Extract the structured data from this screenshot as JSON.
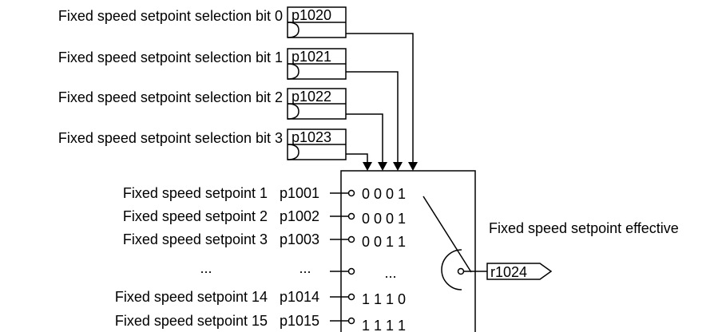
{
  "selection_inputs": [
    {
      "label": "Fixed speed setpoint selection bit 0",
      "param": "p1020"
    },
    {
      "label": "Fixed speed setpoint selection bit 1",
      "param": "p1021"
    },
    {
      "label": "Fixed speed setpoint selection bit 2",
      "param": "p1022"
    },
    {
      "label": "Fixed speed setpoint selection bit 3",
      "param": "p1023"
    }
  ],
  "setpoints": [
    {
      "label": "Fixed speed setpoint 1",
      "param": "p1001",
      "bits": "0 0 0 1"
    },
    {
      "label": "Fixed speed setpoint 2",
      "param": "p1002",
      "bits": "0 0 0 1"
    },
    {
      "label": "Fixed speed setpoint 3",
      "param": "p1003",
      "bits": "0 0 1 1"
    },
    {
      "label": "...",
      "param": "...",
      "bits": "..."
    },
    {
      "label": "Fixed speed setpoint 14",
      "param": "p1014",
      "bits": "1 1 1 0"
    },
    {
      "label": "Fixed speed setpoint 15",
      "param": "p1015",
      "bits": "1 1 1 1"
    }
  ],
  "output": {
    "label": "Fixed speed setpoint effective",
    "param": "r1024"
  }
}
